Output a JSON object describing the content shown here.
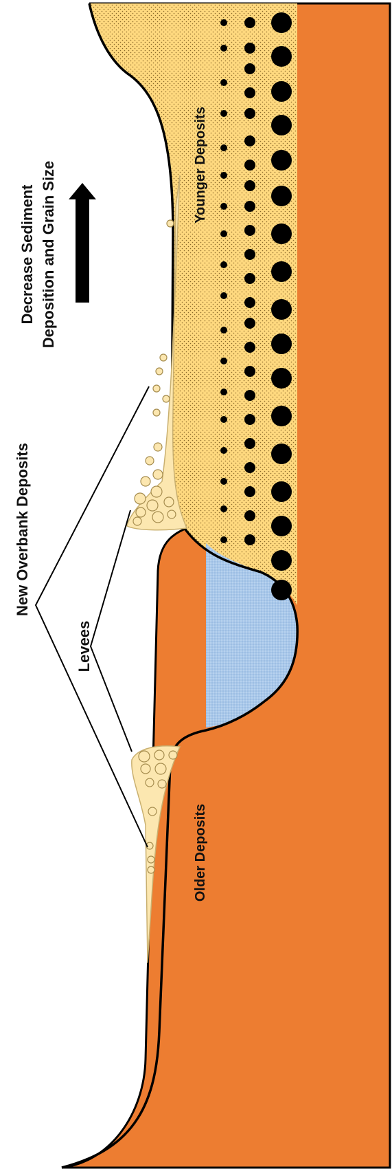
{
  "labels": {
    "decrease_line1": "Decrease Sediment",
    "decrease_line2": "Deposition and Grain Size",
    "new_overbank": "New Overbank Deposits",
    "levees": "Levees",
    "younger": "Younger Deposits",
    "older": "Older Deposits"
  },
  "colors": {
    "older_deposits": "#ED7D31",
    "younger_deposits": "#FFD97F",
    "levee_fill": "#FCE7B0",
    "water": "#A9C8EA",
    "outline": "#000000"
  }
}
